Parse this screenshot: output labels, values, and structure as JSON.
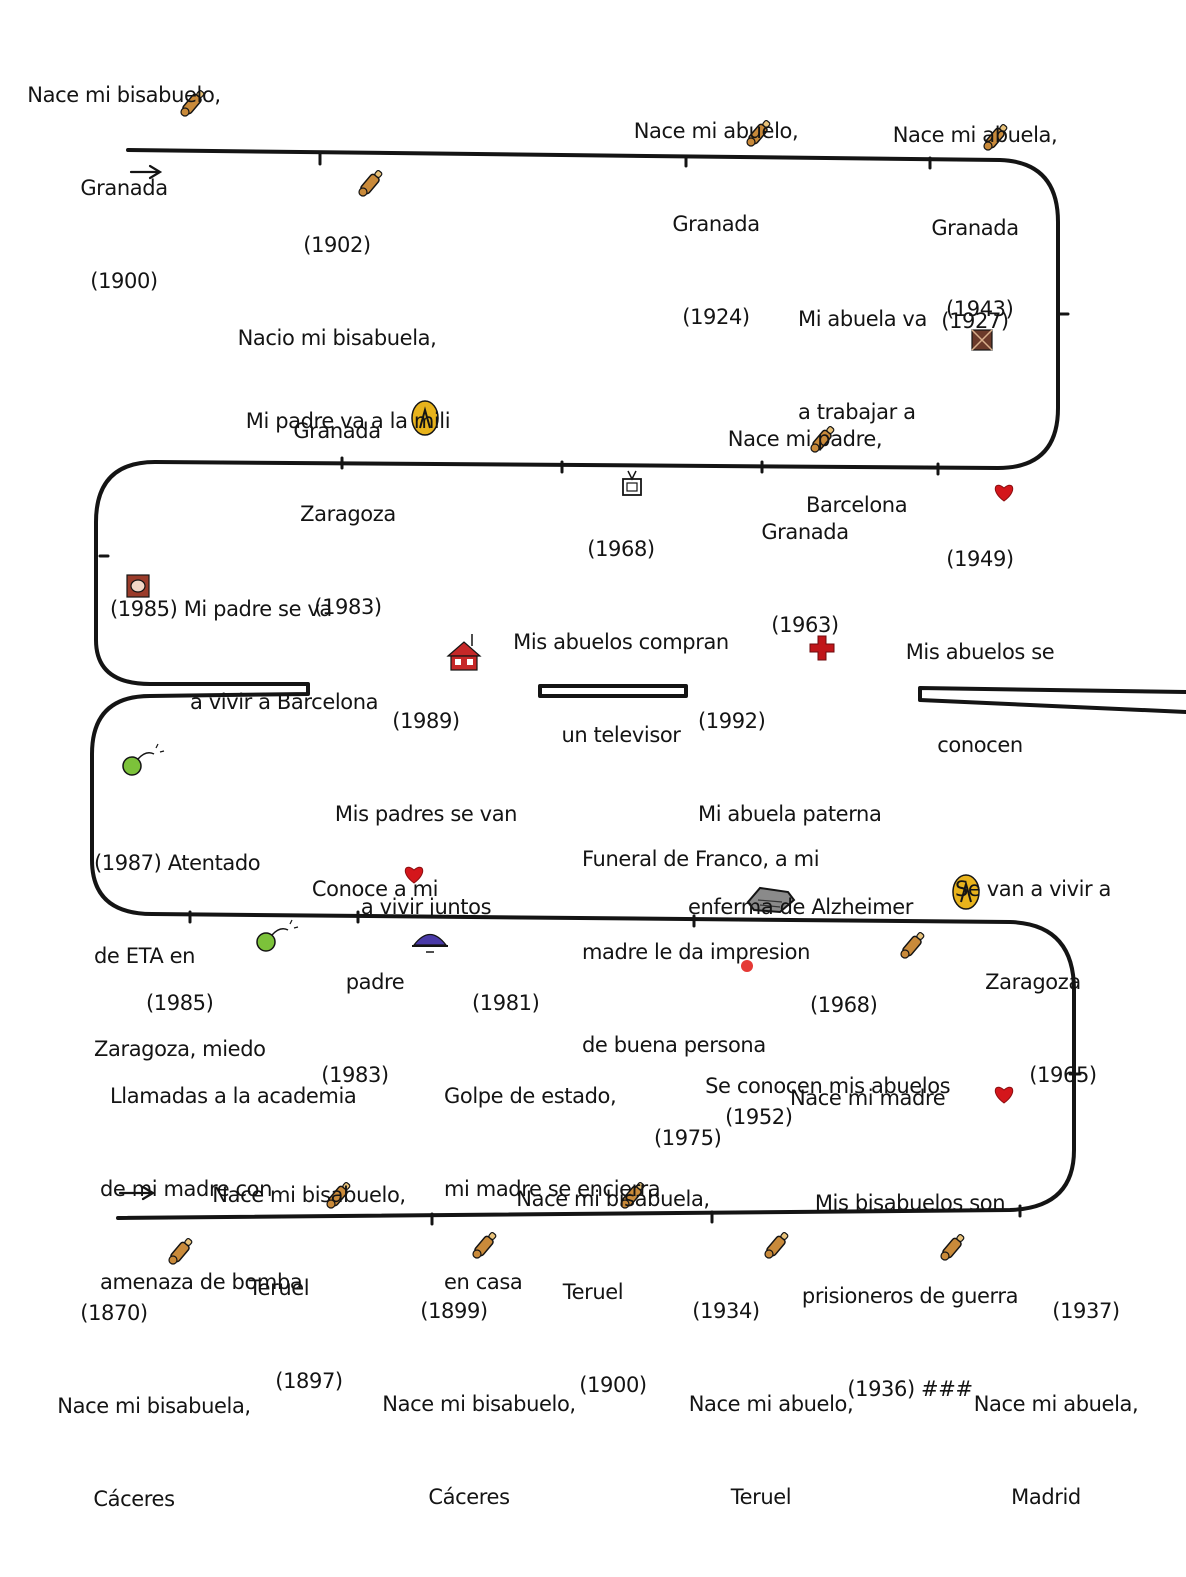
{
  "timeline": {
    "start_arrow": "→",
    "events": [
      {
        "id": "e1900-bisabuelo-granada",
        "lines": [
          "Nace mi bisabuelo,",
          "Granada",
          "(1900)"
        ],
        "icon": "baby-bottle-icon"
      },
      {
        "id": "e1902-bisabuela-granada",
        "lines": [
          "(1902)",
          "Nacio mi bisabuela,",
          "Granada"
        ],
        "icon": "baby-bottle-icon"
      },
      {
        "id": "e1924-abuelo-granada",
        "lines": [
          "Nace mi abuelo,",
          "Granada",
          "(1924)"
        ],
        "icon": "baby-bottle-icon"
      },
      {
        "id": "e1927-abuela-granada",
        "lines": [
          "Nace mi abuela,",
          "Granada",
          "(1927)"
        ],
        "icon": "baby-bottle-icon"
      },
      {
        "id": "e1943-abuela-barcelona",
        "lines": [
          "Mi abuela va",
          "a trabajar a",
          "Barcelona"
        ],
        "year": "(1943)",
        "icon": "factory-icon"
      },
      {
        "id": "e1963-padre-granada",
        "lines": [
          "Nace mi padre,",
          "Granada",
          "(1963)"
        ],
        "icon": "baby-bottle-icon"
      },
      {
        "id": "e1983-mili",
        "lines": [
          "Mi padre va a la mili",
          "Zaragoza",
          "(1983)"
        ],
        "icon": "basilica-icon"
      },
      {
        "id": "e1968-televisor",
        "lines": [
          "(1968)",
          "Mis abuelos compran",
          "un televisor"
        ],
        "icon": "television-icon"
      },
      {
        "id": "e1949-se-conocen",
        "lines": [
          "(1949)",
          "Mis abuelos se",
          "conocen"
        ],
        "icon": "heart-icon"
      },
      {
        "id": "e1985-padre-barcelona",
        "lines": [
          "(1985) Mi padre se va",
          "a vivir a Barcelona"
        ],
        "icon": "stadium-icon"
      },
      {
        "id": "e1989-viven-juntos",
        "lines": [
          "(1989)",
          "Mis padres se van",
          "a vivir juntos"
        ],
        "icon": "house-icon"
      },
      {
        "id": "e1992-alzheimer",
        "lines": [
          "(1992)",
          "Mi abuela paterna",
          "enferma de Alzheimer"
        ],
        "icon": "medical-cross-icon"
      },
      {
        "id": "e1987-atentado",
        "lines": [
          "(1987) Atentado",
          "de ETA en",
          "Zaragoza, miedo"
        ],
        "icon": "bomb-icon"
      },
      {
        "id": "e1983-conoce-padre",
        "lines": [
          "Conoce a mi",
          "padre",
          "(1983)"
        ],
        "icon": "heart-icon"
      },
      {
        "id": "e1975-funeral-franco",
        "lines": [
          "Funeral de Franco, a mi",
          "madre le da impresion",
          "de buena persona",
          "(1975)"
        ],
        "icon": "coffin-icon"
      },
      {
        "id": "e1965-zaragoza",
        "lines": [
          "Se van a vivir a",
          "Zaragoza",
          "(1965)"
        ],
        "icon": "basilica-icon"
      },
      {
        "id": "e1985-academia",
        "lines": [
          "(1985)",
          "Llamadas a la academia",
          "de mi madre con",
          "amenaza de bomba"
        ],
        "icon": "bomb-icon"
      },
      {
        "id": "e1981-golpe",
        "lines": [
          "(1981)",
          "Golpe de estado,",
          "mi madre se encierra",
          "en casa"
        ],
        "icon": "tricorn-hat-icon"
      },
      {
        "id": "e1968-nace-madre",
        "lines": [
          "(1968)",
          "Nace mi madre"
        ],
        "icon": "baby-bottle-icon"
      },
      {
        "id": "e1952-se-conocen",
        "lines": [
          "Se conocen mis abuelos",
          "(1952)"
        ],
        "icon": "heart-icon"
      },
      {
        "id": "e1897-bisabuelo-teruel",
        "lines": [
          "Nace mi bisabuelo,",
          "Teruel",
          "(1897)"
        ],
        "icon": "baby-bottle-icon"
      },
      {
        "id": "e1900-bisabuela-teruel",
        "lines": [
          "Nace mi bisabuela,",
          "Teruel",
          "(1900)"
        ],
        "icon": "baby-bottle-icon"
      },
      {
        "id": "e1936-prisioneros",
        "lines": [
          "Mis bisabuelos son",
          "prisioneros de guerra",
          "(1936) ###"
        ],
        "icon": "prison-bars-icon"
      },
      {
        "id": "e1870-bisabuela-caceres",
        "lines": [
          "(1870)",
          "Nace mi bisabuela,",
          "Cáceres"
        ],
        "icon": "baby-bottle-icon"
      },
      {
        "id": "e1899-bisabuelo-caceres",
        "lines": [
          "(1899)",
          "Nace mi bisabuelo,",
          "Cáceres"
        ],
        "icon": "baby-bottle-icon"
      },
      {
        "id": "e1934-abuelo-teruel",
        "lines": [
          "(1934)",
          "Nace mi abuelo,",
          "Teruel"
        ],
        "icon": "baby-bottle-icon"
      },
      {
        "id": "e1937-abuela-madrid",
        "lines": [
          "(1937)",
          "Nace mi abuela,",
          "Madrid"
        ],
        "icon": "baby-bottle-icon"
      }
    ]
  },
  "colors": {
    "ink": "#141414",
    "bottle": "#c98a3a",
    "heart": "#d4161b",
    "basilica": "#e8b31c",
    "bomb": "#7cc23a",
    "hat": "#4a3aa8",
    "house": "#c62828",
    "stadium": "#9a3b2a",
    "cross": "#c0161a",
    "coffin": "#8a8a8a",
    "dot": "#e53935"
  }
}
